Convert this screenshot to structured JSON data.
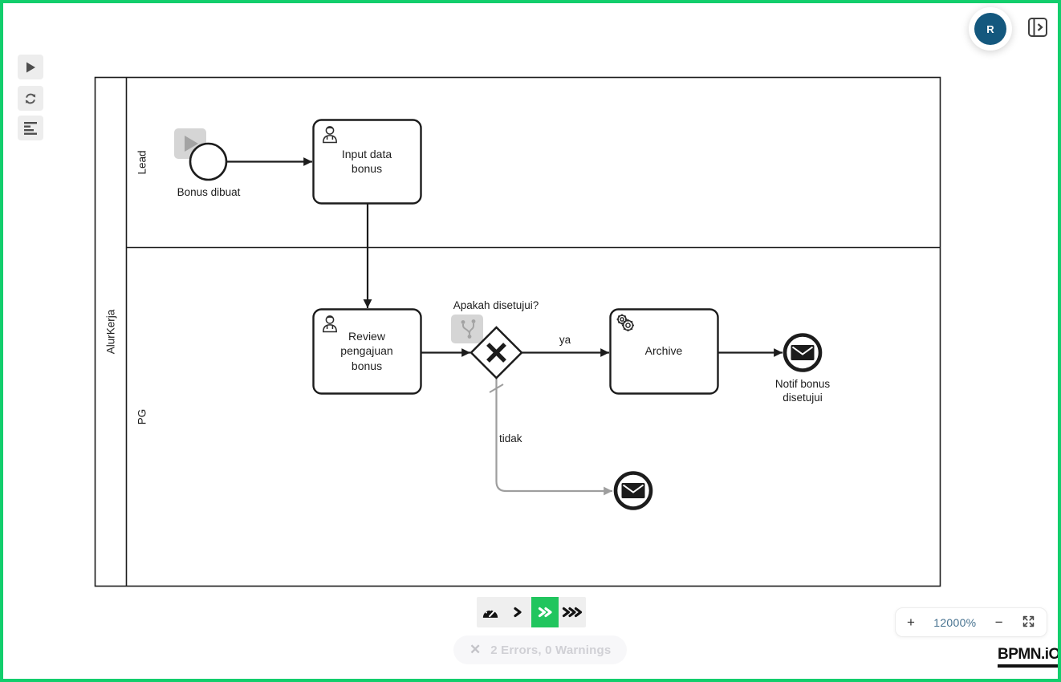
{
  "window": {
    "border_color": "#12ce6c"
  },
  "topbar": {
    "avatar_initial": "R"
  },
  "diagram": {
    "pool": {
      "label": "AlurKerja"
    },
    "lanes": [
      {
        "label": "Lead"
      },
      {
        "label": "PG"
      }
    ],
    "start_event": {
      "label": "Bonus dibuat"
    },
    "tasks": [
      {
        "label": "Input data bonus",
        "type": "user"
      },
      {
        "label": "Review pengajuan bonus",
        "type": "user"
      },
      {
        "label": "Archive",
        "type": "service"
      }
    ],
    "gateway": {
      "label": "Apakah disetujui?",
      "type": "exclusive"
    },
    "flow_labels": {
      "yes": "ya",
      "no": "tidak"
    },
    "end_events": [
      {
        "label": "Notif bonus disetujui",
        "type": "message"
      },
      {
        "label": "",
        "type": "message"
      }
    ]
  },
  "status": {
    "close_icon": "✕",
    "message": "2 Errors, 0 Warnings"
  },
  "zoom": {
    "plus": "+",
    "level": "12000%",
    "minus": "−"
  },
  "branding": {
    "logo": "BPMN.iO"
  },
  "colors": {
    "accent_green": "#21c55e",
    "avatar_blue": "#14587e",
    "stroke": "#1c1c1c",
    "muted_gray": "#9e9e9e"
  }
}
